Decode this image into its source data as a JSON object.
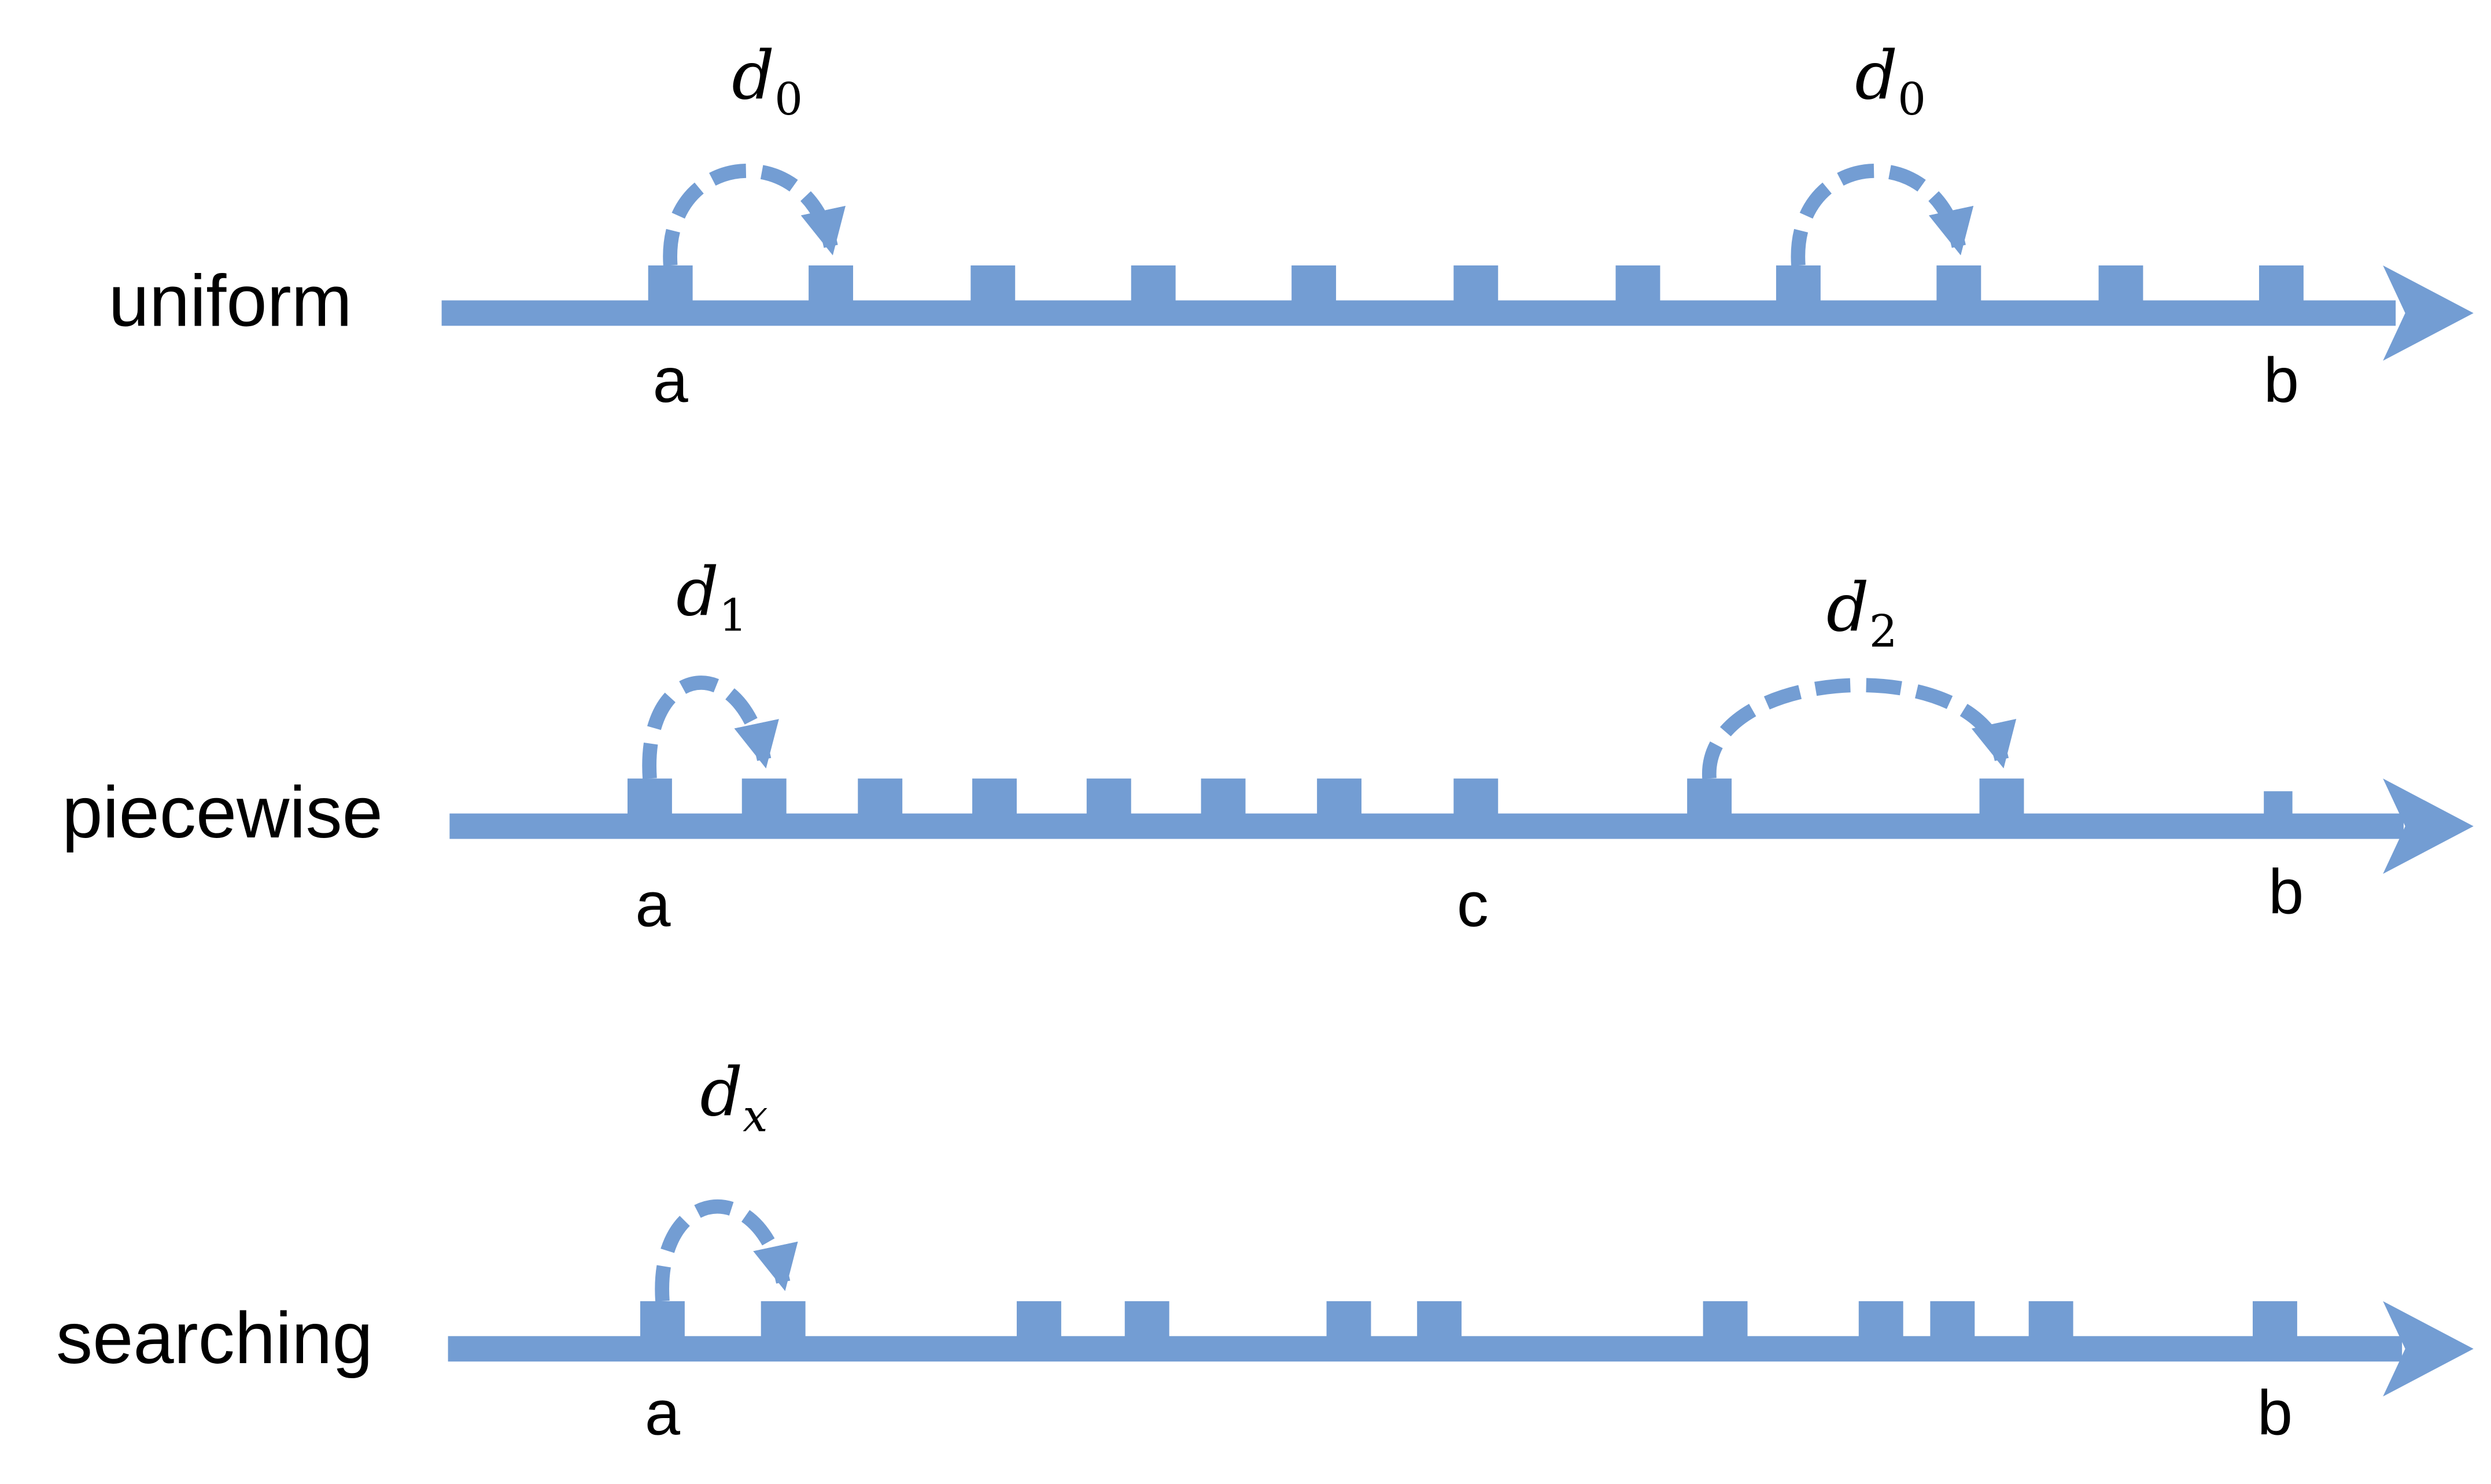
{
  "colors": {
    "axis": "#739DD3",
    "text": "#000000"
  },
  "rows": [
    {
      "name": "uniform",
      "label": "uniform",
      "points": {
        "a": "a",
        "b": "b"
      },
      "arcs": [
        {
          "symbol": "d",
          "subscript": "0"
        },
        {
          "symbol": "d",
          "subscript": "0"
        }
      ]
    },
    {
      "name": "piecewise",
      "label": "piecewise",
      "points": {
        "a": "a",
        "c": "c",
        "b": "b"
      },
      "arcs": [
        {
          "symbol": "d",
          "subscript": "1"
        },
        {
          "symbol": "d",
          "subscript": "2"
        }
      ]
    },
    {
      "name": "searching",
      "label": "searching",
      "points": {
        "a": "a",
        "b": "b"
      },
      "arcs": [
        {
          "symbol": "d",
          "subscript": "x"
        }
      ]
    }
  ]
}
